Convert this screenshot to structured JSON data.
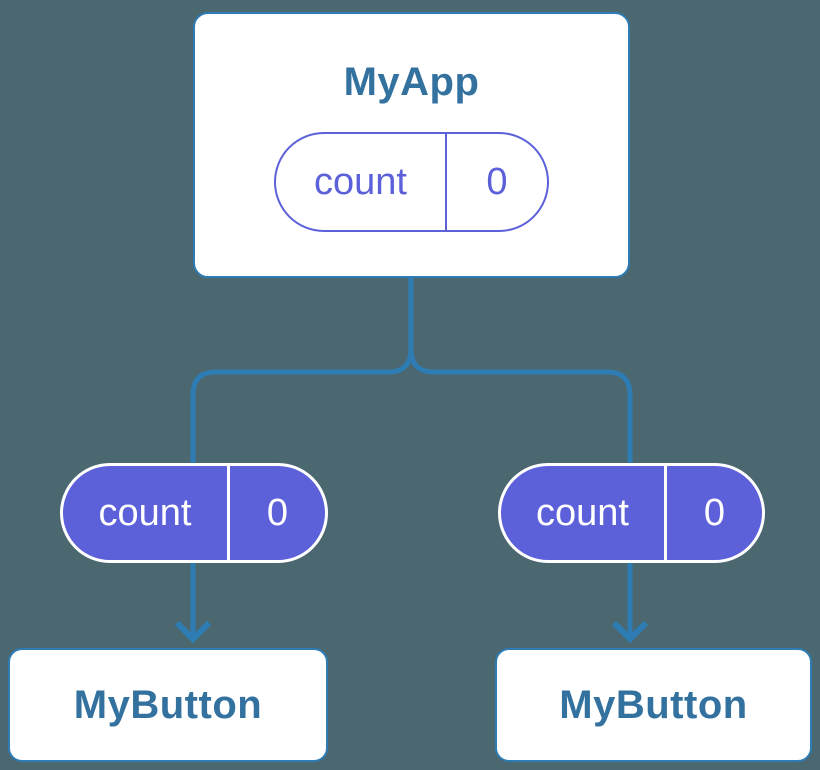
{
  "colors": {
    "background": "#4b6770",
    "line": "#2d7cb4",
    "card_bg": "#ffffff",
    "title_text": "#33719f",
    "purple": "#5c61d9",
    "pill_text_light": "#ffffff"
  },
  "nodes": {
    "root": {
      "label": "MyApp",
      "state": {
        "key": "count",
        "value": "0"
      }
    },
    "children": [
      {
        "label": "MyButton",
        "state": {
          "key": "count",
          "value": "0"
        }
      },
      {
        "label": "MyButton",
        "state": {
          "key": "count",
          "value": "0"
        }
      }
    ]
  }
}
